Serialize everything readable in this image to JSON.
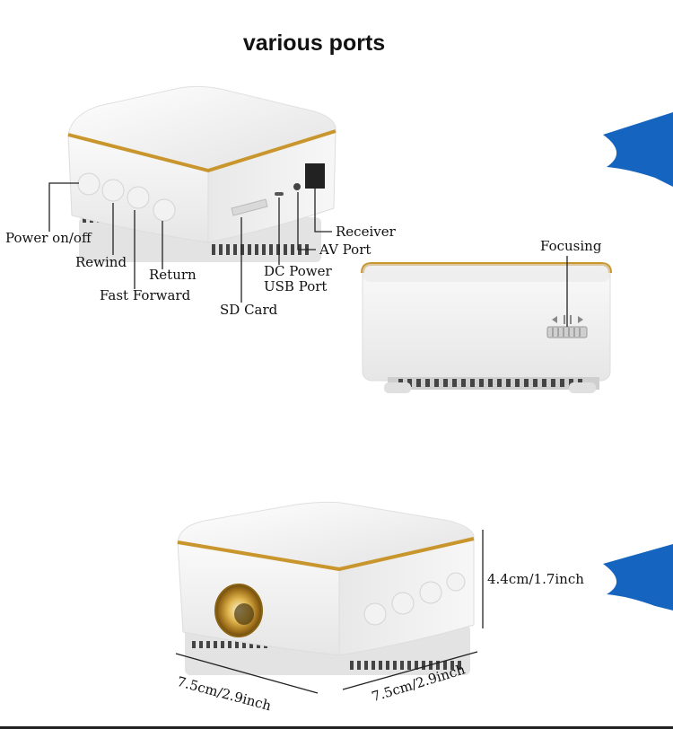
{
  "page": {
    "title": "various ports"
  },
  "top_view_labels": {
    "power": "Power on/off",
    "rewind": "Rewind",
    "return": "Return",
    "fast_forward": "Fast Forward",
    "sd_card": "SD Card",
    "dc_power": "DC Power",
    "usb_port": "USB Port",
    "av_port": "AV Port",
    "receiver": "Receiver"
  },
  "side_view_labels": {
    "focusing": "Focusing"
  },
  "dimensions": {
    "height": "4.4cm/1.7inch",
    "width": "7.5cm/2.9inch",
    "depth": "7.5cm/2.9inch"
  },
  "colors": {
    "gold": "#c9962e",
    "accent_blue": "#1565c0",
    "body_white": "#f4f4f4"
  }
}
